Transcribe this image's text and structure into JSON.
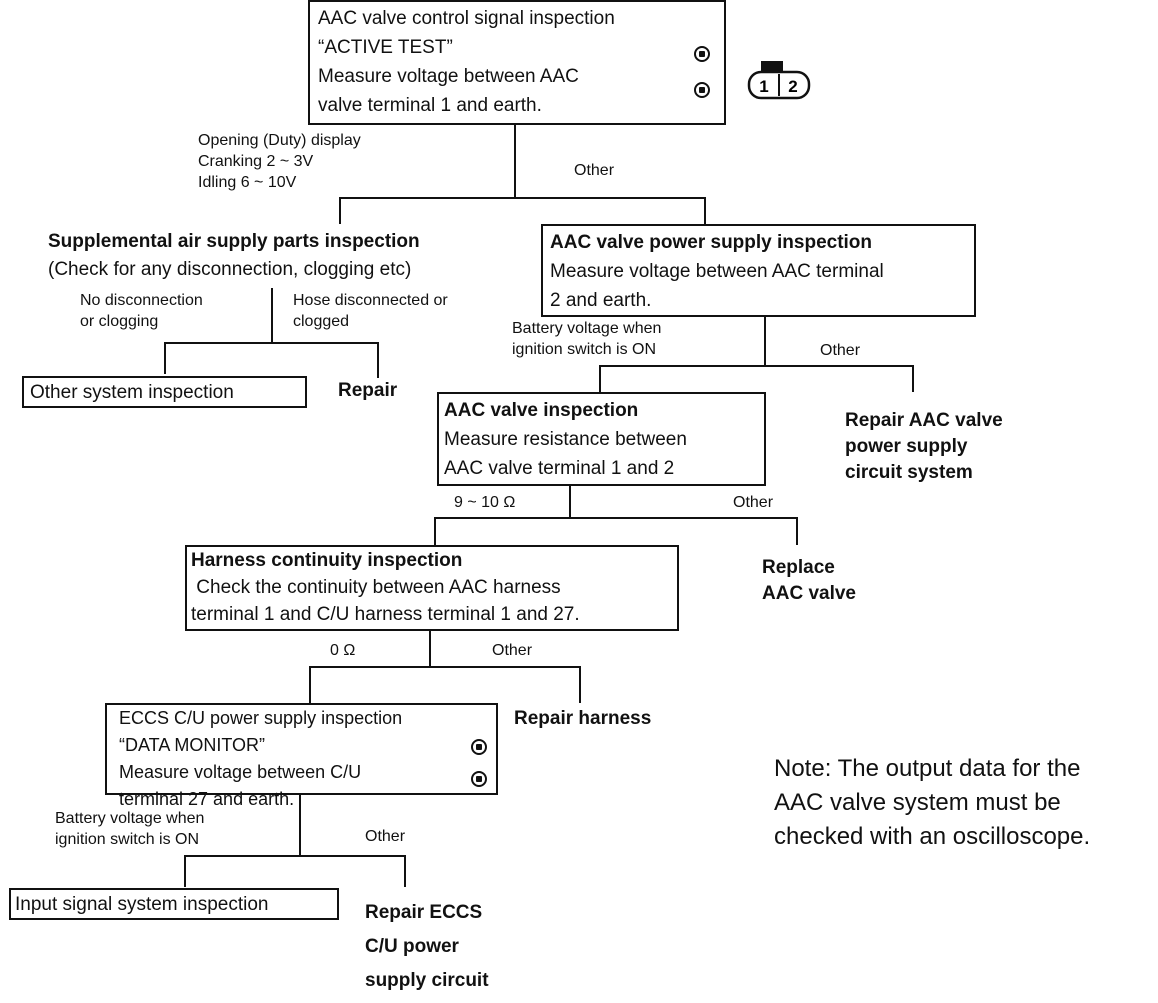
{
  "nodes": {
    "aac_control": {
      "lines": [
        "AAC valve control signal inspection",
        "“ACTIVE TEST”",
        "Measure voltage between AAC",
        "valve terminal 1 and earth."
      ]
    },
    "supplemental": {
      "lines": [
        "Supplemental air supply parts inspection",
        "(Check for any disconnection, clogging etc)"
      ]
    },
    "power_supply": {
      "lines": [
        "AAC valve power supply inspection",
        "Measure voltage between AAC terminal",
        "2 and earth."
      ]
    },
    "other_system": {
      "label": "Other system inspection"
    },
    "valve_inspection": {
      "lines": [
        "AAC valve inspection",
        "Measure resistance between",
        "AAC valve terminal 1 and 2"
      ]
    },
    "harness": {
      "lines": [
        "Harness continuity inspection",
        " Check the continuity between AAC harness",
        "terminal 1 and C/U harness terminal 1 and 27."
      ]
    },
    "eccs": {
      "lines": [
        "ECCS C/U power supply inspection",
        "“DATA MONITOR”",
        "Measure voltage between C/U",
        "terminal 27 and earth."
      ]
    },
    "input_signal": {
      "label": "Input signal system inspection"
    }
  },
  "results": {
    "repair": {
      "lines": [
        "Repair"
      ]
    },
    "repair_aac_power": {
      "lines": [
        "Repair AAC valve",
        "power supply",
        "circuit system"
      ]
    },
    "replace_valve": {
      "lines": [
        "Replace",
        "AAC valve"
      ]
    },
    "repair_harness": {
      "lines": [
        "Repair harness"
      ]
    },
    "repair_eccs": {
      "lines": [
        "Repair ECCS",
        "C/U power",
        "supply circuit"
      ]
    }
  },
  "branches": {
    "opening_duty": [
      "Opening (Duty) display",
      "Cranking 2 ~ 3V",
      "Idling 6 ~ 10V"
    ],
    "other_1": [
      "Other"
    ],
    "no_disconnection": [
      "No disconnection",
      "or clogging"
    ],
    "hose_disconnected": [
      "Hose disconnected or",
      "clogged"
    ],
    "battery_voltage_1": [
      "Battery voltage when",
      "ignition switch is ON"
    ],
    "other_2": [
      "Other"
    ],
    "ohm_9_10": [
      "9 ~ 10 Ω"
    ],
    "other_3": [
      "Other"
    ],
    "ohm_0": [
      "0 Ω"
    ],
    "other_4": [
      "Other"
    ],
    "battery_voltage_2": [
      "Battery voltage when",
      "ignition switch is ON"
    ],
    "other_5": [
      "Other"
    ]
  },
  "connector": {
    "pins": [
      "1",
      "2"
    ]
  },
  "note": {
    "lines": [
      "Note:  The output data for the",
      "AAC valve system must be",
      "checked with an oscilloscope."
    ]
  },
  "icons": {
    "consult_mark": "consult-tester-icon",
    "multimeter_mark": "multimeter-icon"
  }
}
